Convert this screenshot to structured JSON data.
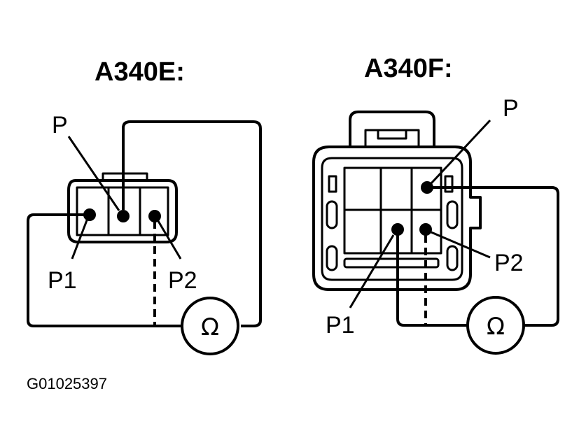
{
  "diagram": {
    "left": {
      "title": "A340E:",
      "label_p": "P",
      "label_p1": "P1",
      "label_p2": "P2",
      "meter_symbol": "Ω"
    },
    "right": {
      "title": "A340F:",
      "label_p": "P",
      "label_p1": "P1",
      "label_p2": "P2",
      "meter_symbol": "Ω"
    },
    "figure_code": "G01025397"
  }
}
